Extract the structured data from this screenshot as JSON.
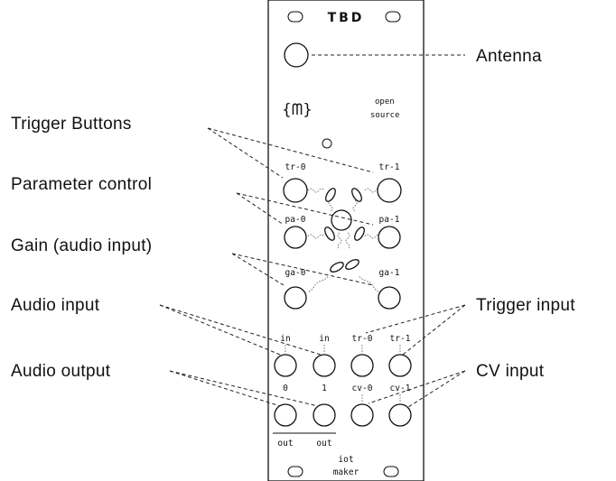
{
  "panel": {
    "title": "TBD",
    "logo": "{ᗰ}",
    "open_source_line1": "open",
    "open_source_line2": "source",
    "maker_line1": "iot",
    "maker_line2": "maker"
  },
  "callouts": {
    "antenna": "Antenna",
    "trigger_buttons": "Trigger Buttons",
    "parameter_control": "Parameter control",
    "gain": "Gain (audio input)",
    "audio_input": "Audio input",
    "trigger_input": "Trigger input",
    "audio_output": "Audio output",
    "cv_input": "CV input"
  },
  "knobs": {
    "tr0": "tr-0",
    "tr1": "tr-1",
    "pa0": "pa-0",
    "pa1": "pa-1",
    "ga0": "ga-0",
    "ga1": "ga-1"
  },
  "jacks": {
    "row1": [
      "in",
      "in",
      "tr-0",
      "tr-1"
    ],
    "row2": [
      "0",
      "1",
      "cv-0",
      "cv-1"
    ],
    "out_labels": [
      "out",
      "out"
    ]
  }
}
